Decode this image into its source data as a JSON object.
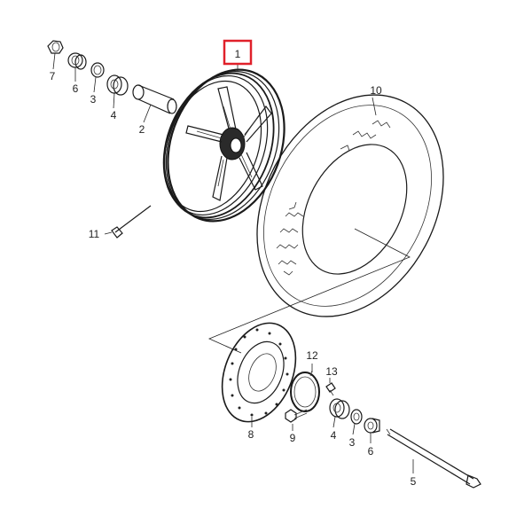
{
  "diagram": {
    "callouts": [
      {
        "id": "c-1",
        "label": "1",
        "highlight": true
      },
      {
        "id": "c-2",
        "label": "2"
      },
      {
        "id": "c-3a",
        "label": "3"
      },
      {
        "id": "c-3b",
        "label": "3"
      },
      {
        "id": "c-4a",
        "label": "4"
      },
      {
        "id": "c-4b",
        "label": "4"
      },
      {
        "id": "c-5",
        "label": "5"
      },
      {
        "id": "c-6a",
        "label": "6"
      },
      {
        "id": "c-6b",
        "label": "6"
      },
      {
        "id": "c-7",
        "label": "7"
      },
      {
        "id": "c-8",
        "label": "8"
      },
      {
        "id": "c-9",
        "label": "9"
      },
      {
        "id": "c-10",
        "label": "10"
      },
      {
        "id": "c-11",
        "label": "11"
      },
      {
        "id": "c-12",
        "label": "12"
      },
      {
        "id": "c-13",
        "label": "13"
      }
    ],
    "colors": {
      "highlight": "#e0202a",
      "line": "#1a1a1a",
      "hub_fill": "#2a2a2a"
    }
  }
}
